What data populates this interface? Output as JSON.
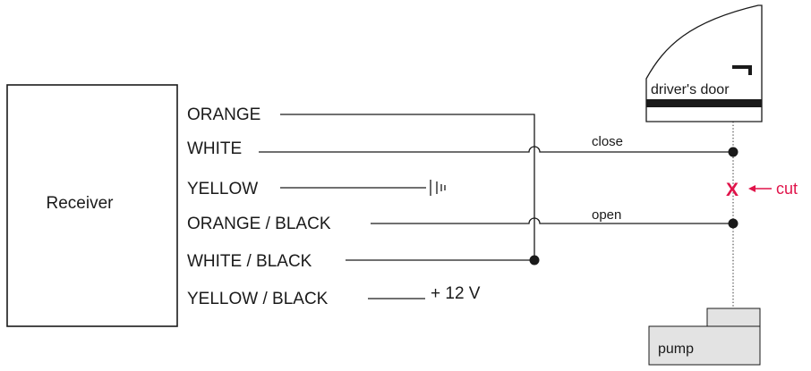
{
  "receiver": {
    "label": "Receiver"
  },
  "wires": [
    {
      "color": "ORANGE"
    },
    {
      "color": "WHITE"
    },
    {
      "color": "YELLOW"
    },
    {
      "color": "ORANGE / BLACK"
    },
    {
      "color": "WHITE / BLACK"
    },
    {
      "color": "YELLOW / BLACK",
      "connection": "+ 12 V"
    }
  ],
  "lines": {
    "close": "close",
    "open": "open"
  },
  "door": {
    "label": "driver's door"
  },
  "cut": {
    "mark": "X",
    "label": "cut",
    "color": "#e0134a"
  },
  "pump": {
    "label": "pump"
  }
}
